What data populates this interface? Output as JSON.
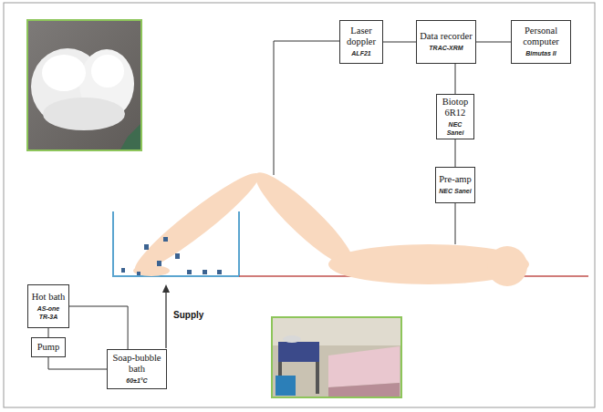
{
  "diagram": {
    "nodes": [
      {
        "text": [
          "Laser doppler",
          "ALF21"
        ]
      },
      {
        "text": [
          "Data recorder",
          "TRAC-XRM"
        ]
      },
      {
        "text": [
          "Personal computer",
          "Bimutas II"
        ]
      },
      {
        "text": [
          "Biotop 6R12",
          "NEC Sanei"
        ]
      },
      {
        "text": [
          "Pre-amp",
          "NEC Sanei"
        ]
      },
      {
        "text": [
          "Hot bath",
          "AS-one TR-3A"
        ]
      },
      {
        "text": [
          "Pump"
        ]
      },
      {
        "text": [
          "Soap-bubble bath",
          "60±1°C"
        ]
      }
    ],
    "edges": [
      {
        "from": 0,
        "to": 1,
        "arrow": "none"
      },
      {
        "from": 1,
        "to": 2,
        "arrow": "none"
      },
      {
        "from": 1,
        "to": 3,
        "arrow": "none"
      },
      {
        "from": 3,
        "to": 4,
        "arrow": "none"
      },
      {
        "from": 5,
        "to": 6,
        "arrow": "none"
      },
      {
        "from": 6,
        "to": 7,
        "arrow": "none"
      },
      {
        "from": 5,
        "to": 7,
        "arrow": "none"
      }
    ],
    "labels": [
      "Supply"
    ]
  }
}
